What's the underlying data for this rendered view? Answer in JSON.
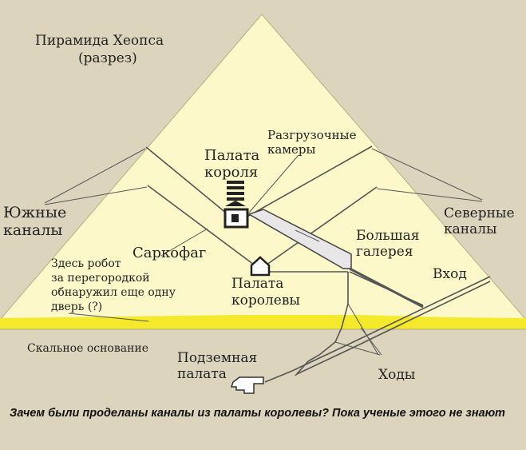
{
  "labels": {
    "title_line1": "Пирамида Хеопса",
    "title_line2": "(разрез)",
    "relief_line1": "Разгрузочные",
    "relief_line2": "камеры",
    "king_line1": "Палата",
    "king_line2": "короля",
    "south_line1": "Южные",
    "south_line2": "каналы",
    "north_line1": "Северные",
    "north_line2": "каналы",
    "sarcophagus": "Саркофаг",
    "gallery_line1": "Большая",
    "gallery_line2": "галерея",
    "entrance": "Вход",
    "robot_line1": "Здесь робот",
    "robot_line2": "за перегородкой",
    "robot_line3": "обнаружил еще одну",
    "robot_line4": "дверь (?)",
    "queen_line1": "Палата",
    "queen_line2": "королевы",
    "bedrock": "Скальное основание",
    "underground_line1": "Подземная",
    "underground_line2": "палата",
    "passages": "Ходы"
  },
  "caption": "Зачем были проделаны каналы из палаты королевы? Пока ученые этого не знают",
  "colors": {
    "background": "#ddd4bd",
    "pyramid": "#fcf8c9",
    "bedrock_band": "#f5e92c",
    "lines": "#444444",
    "text": "#222222"
  }
}
